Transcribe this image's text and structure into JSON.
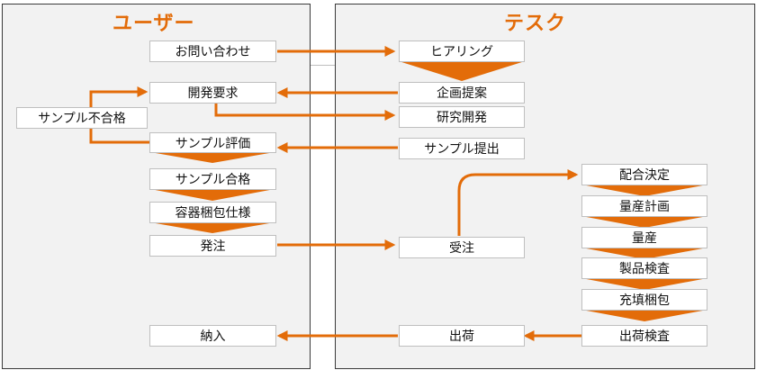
{
  "colors": {
    "accent": "#e36c09",
    "panel_bg": "#f2f2f2",
    "border": "#3a3a3a"
  },
  "lanes": {
    "user": "ユーザー",
    "tesk": "テスク"
  },
  "boxes": {
    "inquiry": "お問い合わせ",
    "hearing": "ヒアリング",
    "dev_request": "開発要求",
    "plan_proposal": "企画提案",
    "rnd": "研究開発",
    "sample_fail": "サンプル不合格",
    "sample_eval": "サンプル評価",
    "sample_submit": "サンプル提出",
    "sample_pass": "サンプル合格",
    "container_spec": "容器梱包仕様",
    "order": "発注",
    "order_receive": "受注",
    "formulation": "配合決定",
    "production_plan": "量産計画",
    "mass_production": "量産",
    "product_inspection": "製品検査",
    "filling_packing": "充填梱包",
    "shipping_inspection": "出荷検査",
    "shipping": "出荷",
    "delivery": "納入"
  }
}
